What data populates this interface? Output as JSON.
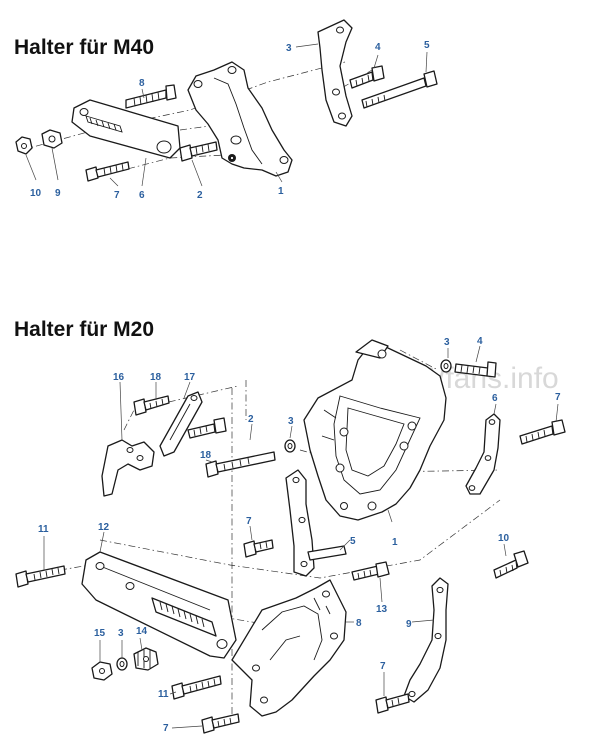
{
  "sections": [
    {
      "title": "Halter für M40"
    },
    {
      "title": "Halter für M20"
    }
  ],
  "watermark": "BMWfans.info",
  "colors": {
    "callout": "#2b5f9e",
    "lines": "#1a1a1a"
  },
  "m40_callouts": [
    "3",
    "4",
    "5",
    "8",
    "10",
    "9",
    "7",
    "6",
    "2",
    "1"
  ],
  "m20_callouts": [
    "3",
    "4",
    "16",
    "18",
    "17",
    "6",
    "7",
    "2",
    "3",
    "18",
    "7",
    "5",
    "1",
    "11",
    "12",
    "10",
    "13",
    "8",
    "9",
    "15",
    "3",
    "14",
    "11",
    "7",
    "7"
  ]
}
